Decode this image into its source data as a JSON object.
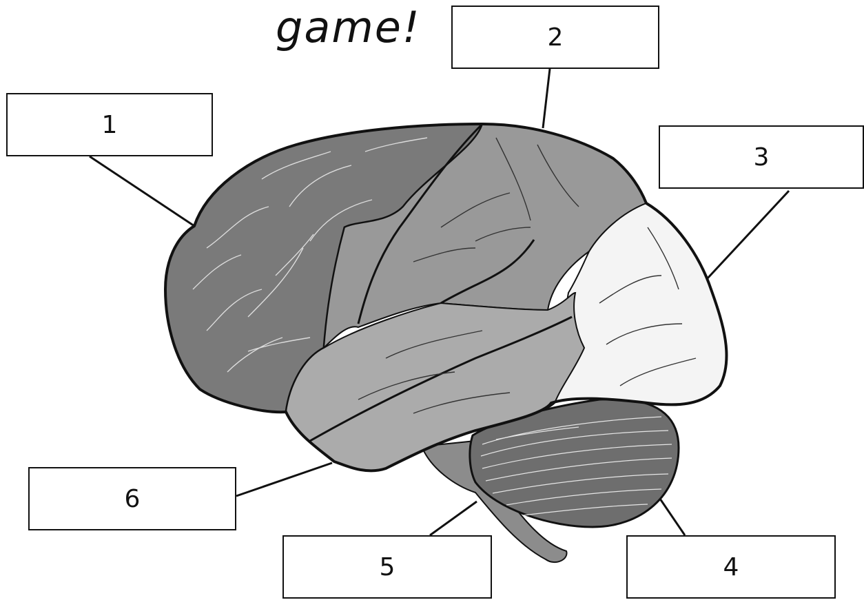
{
  "heading": "game!",
  "labels": {
    "box_1": "1",
    "box_2": "2",
    "box_3": "3",
    "box_4": "4",
    "box_5": "5",
    "box_6": "6"
  },
  "colors": {
    "frontal_lobe": "#7a7a7a",
    "parietal_lobe": "#999999",
    "occipital_lobe": "#f4f4f4",
    "temporal_lobe": "#ababab",
    "cerebellum": "#6e6e6e",
    "brain_stem": "#8c8c8c",
    "outline": "#111111"
  }
}
